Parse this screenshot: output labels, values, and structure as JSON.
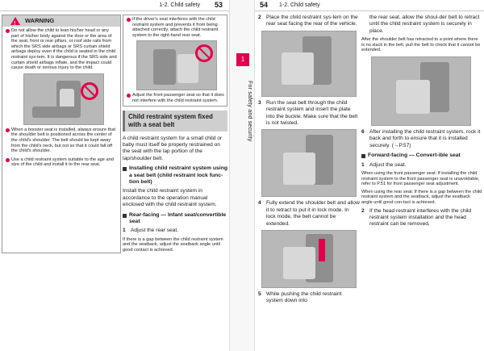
{
  "left_page": {
    "section": "1-2. Child safety",
    "page_number": "53",
    "warning": {
      "title": "WARNING",
      "bullets": [
        "Do not allow the child to lean his/her head or any part of his/her body against the door or the area of the seat, front or rear pillars, or roof side rails from which the SRS side airbags or SRS curtain shield airbags deploy even if the child is seated in the child restraint sys-tem. It is dangerous if the SRS side and curtain shield airbags inflate, and the impact could cause death or serious injury to the child.",
        "When a booster seat is installed, always ensure that the shoulder belt is positioned across the center of the child's shoulder. The belt should be kept away from the child's neck, but not so that it could fall off the child's shoulder.",
        "Use a child restraint system suitable to the age and size of the child and install it to the rear seat."
      ]
    },
    "col2": {
      "bullet_top": "If the driver's seat interferes with the child restraint system and prevents it from being attached correctly, attach the child restraint system to the right-hand rear seat.",
      "bullet_adjust": "Adjust the front passenger seat so that it does not interfere with the child restraint system.",
      "heading": "Child restraint system fixed with a seat belt",
      "intro": "A child restraint system for a small child or baby must itself be properly restrained on the seat with the lap portion of the lap/shoulder belt.",
      "sub1": "Installing child restraint system using a seat belt (child restraint lock func-tion belt)",
      "sub1_body": "Install the child restraint system in accordance to the operation manual enclosed with the child restraint system.",
      "sub2": "Rear-facing — Infant seat/convertible seat",
      "step1_num": "1",
      "step1": "Adjust the rear seat.",
      "note": "If there is a gap between the child restraint system and the seatback, adjust the seatback angle until good contact is achieved."
    }
  },
  "side_tab": {
    "number": "1",
    "label": "For safety and security"
  },
  "right_page": {
    "page_number": "54",
    "section": "1-2. Child safety",
    "col1": {
      "step2_num": "2",
      "step2": "Place the child restraint sys-tem on the rear seat facing the rear of the vehicle.",
      "step3_num": "3",
      "step3": "Run the seat belt through the child restraint system and insert the plate into the buckle. Make sure that the belt is not twisted.",
      "step4_num": "4",
      "step4": "Fully extend the shoulder belt and allow it to retract to put it in lock mode. In lock mode, the belt cannot be extended.",
      "step5_num": "5",
      "step5": "While pushing the child restraint system down into"
    },
    "col2": {
      "cont": "the rear seat, allow the shoul-der belt to retract until the child restraint system is securely in place.",
      "note": "After the shoulder belt has retracted to a point where there is no slack in the belt, pull the belt to check that it cannot be extended.",
      "step6_num": "6",
      "step6": "After installing the child restraint system, rock it back and forth to ensure that it is installed securely. (→P.57)",
      "sub": "Forward-facing — Convert-ible seat",
      "step1_num": "1",
      "step1": "Adjust the seat.",
      "note2": "When using the front passenger seat: If installing the child restraint system to the front passenger seat is unavoidable, refer to P.51 for front passenger seat adjustment.",
      "note3": "When using the rear seat: If there is a gap between the child restraint system and the seatback, adjust the seatback angle until good con-tact is achieved.",
      "step2_num": "2",
      "step2": "If the head restraint interferes with the child restraint system installation and the head restraint can be removed,"
    }
  },
  "colors": {
    "accent": "#e4004b",
    "box_gray": "#cfcfcf"
  }
}
